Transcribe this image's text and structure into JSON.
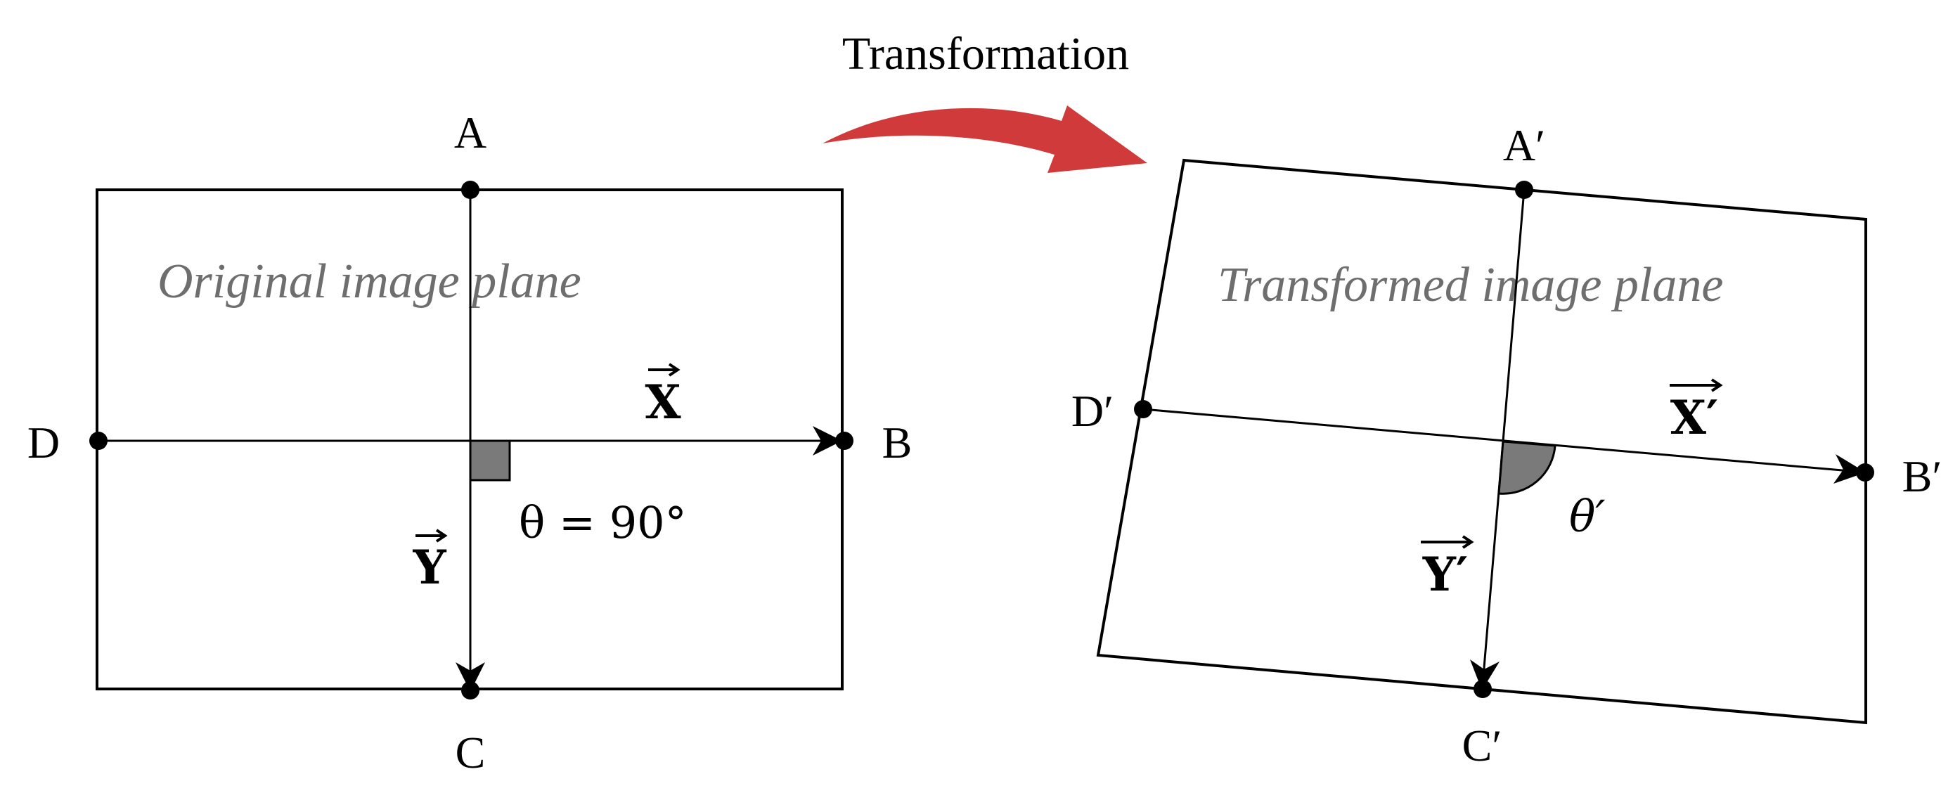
{
  "title": "Transformation",
  "colors": {
    "arrow": "#d03a3a",
    "angle_fill": "#7a7a7a",
    "plane_text": "#6e6e6e"
  },
  "original": {
    "plane_label": "Original image plane",
    "points": {
      "A": "A",
      "B": "B",
      "C": "C",
      "D": "D"
    },
    "vector_x": "X",
    "vector_y": "Y",
    "angle": "θ = 90°"
  },
  "transformed": {
    "plane_label": "Transformed image plane",
    "points": {
      "A": "A′",
      "B": "B′",
      "C": "C′",
      "D": "D′"
    },
    "vector_x": "X′",
    "vector_y": "Y′",
    "angle": "θ′"
  }
}
